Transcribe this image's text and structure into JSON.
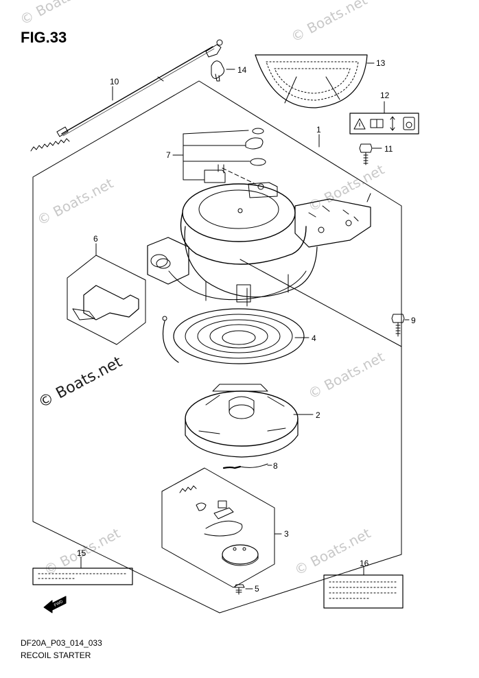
{
  "figure": {
    "title": "FIG.33",
    "code": "DF20A_P03_014_033",
    "name": "RECOIL STARTER"
  },
  "watermark": {
    "text": "© Boats.net"
  },
  "callouts": [
    {
      "id": "c1",
      "label": "1"
    },
    {
      "id": "c2",
      "label": "2"
    },
    {
      "id": "c3",
      "label": "3"
    },
    {
      "id": "c4",
      "label": "4"
    },
    {
      "id": "c5",
      "label": "5"
    },
    {
      "id": "c6",
      "label": "6"
    },
    {
      "id": "c7",
      "label": "7"
    },
    {
      "id": "c8",
      "label": "8"
    },
    {
      "id": "c9",
      "label": "9"
    },
    {
      "id": "c10",
      "label": "10"
    },
    {
      "id": "c11",
      "label": "11"
    },
    {
      "id": "c12",
      "label": "12"
    },
    {
      "id": "c13",
      "label": "13"
    },
    {
      "id": "c14",
      "label": "14"
    },
    {
      "id": "c15",
      "label": "15"
    },
    {
      "id": "c16",
      "label": "16"
    }
  ],
  "fwd_label": "FWD",
  "colors": {
    "line": "#000000",
    "watermark": "#c8c8c8",
    "background": "#ffffff"
  }
}
